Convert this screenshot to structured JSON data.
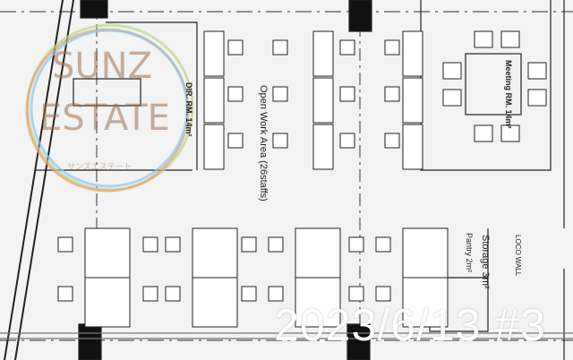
{
  "watermark": {
    "line1": "SUNZ",
    "line2": "ESTATE",
    "kana": "サンズエステート",
    "ring_colors": [
      "#e8a070",
      "#8fc6ea",
      "#b8d98a"
    ]
  },
  "rooms": {
    "director": "DIR. RM. 14m²",
    "open_work": "Open Work Area (26staffs)",
    "meeting": "Meeting RM. 14m²",
    "pantry": "Pantry 2m²",
    "storage": "Storage 3m²",
    "wall": "LOCO WALL"
  },
  "stamp": "2023/6/13 #3"
}
